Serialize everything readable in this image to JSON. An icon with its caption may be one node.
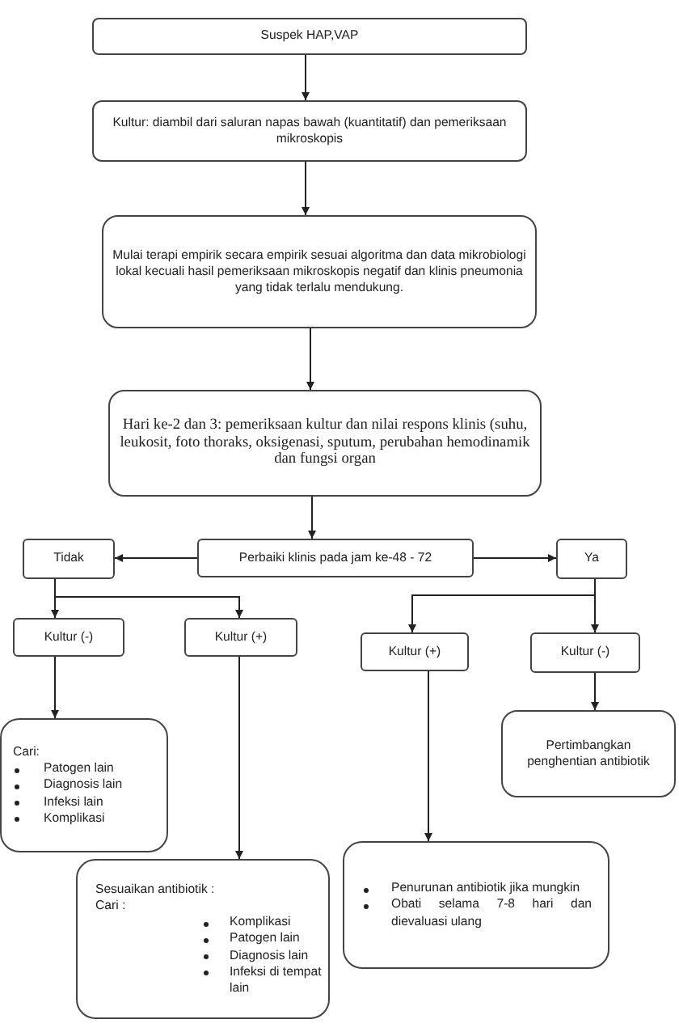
{
  "diagram": {
    "nodes": [
      {
        "text": [
          "Suspek HAP,VAP"
        ]
      },
      {
        "text": [
          "Kultur: diambil dari saluran napas bawah (kuantitatif) dan pemeriksaan mikroskopis"
        ]
      },
      {
        "text": [
          "Mulai terapi empirik secara empirik sesuai algoritma dan data mikrobiologi lokal kecuali hasil pemeriksaan mikroskopis negatif dan klinis pneumonia yang tidak terlalu mendukung."
        ]
      },
      {
        "text": [
          "Hari ke-2 dan 3: pemeriksaan kultur dan nilai respons klinis (suhu, leukosit, foto thoraks, oksigenasi, sputum, perubahan hemodinamik dan fungsi organ"
        ]
      },
      {
        "text": [
          "Perbaiki klinis pada jam ke-48 - 72"
        ]
      },
      {
        "text": [
          "Tidak"
        ]
      },
      {
        "text": [
          "Ya"
        ]
      },
      {
        "text": [
          "Kultur (-)"
        ]
      },
      {
        "text": [
          "Kultur (+)"
        ]
      },
      {
        "text": [
          "Kultur (+)"
        ]
      },
      {
        "text": [
          "Kultur (-)"
        ]
      },
      {
        "text": [
          "Cari:",
          "Patogen lain",
          "Diagnosis lain",
          "Infeksi lain",
          "Komplikasi"
        ]
      },
      {
        "text": [
          "Sesuaikan antibiotik :",
          "Cari :",
          "Komplikasi",
          "Patogen lain",
          "Diagnosis lain",
          "Infeksi di tempat lain"
        ]
      },
      {
        "text": [
          "Penurunan antibiotik jika mungkin",
          "Obati selama 7-8 hari dan dievaluasi ulang"
        ]
      },
      {
        "text": [
          "Pertimbangkan penghentian antibiotik"
        ]
      }
    ],
    "edges": [
      {
        "from": 0,
        "to": 1,
        "arrow": "to"
      },
      {
        "from": 1,
        "to": 2,
        "arrow": "to"
      },
      {
        "from": 2,
        "to": 3,
        "arrow": "to"
      },
      {
        "from": 3,
        "to": 4,
        "arrow": "to"
      },
      {
        "from": 4,
        "to": 5,
        "arrow": "to"
      },
      {
        "from": 4,
        "to": 6,
        "arrow": "to"
      },
      {
        "from": 5,
        "to": 7,
        "arrow": "to"
      },
      {
        "from": 5,
        "to": 8,
        "arrow": "to"
      },
      {
        "from": 6,
        "to": 9,
        "arrow": "to"
      },
      {
        "from": 6,
        "to": 10,
        "arrow": "to"
      },
      {
        "from": 7,
        "to": 11,
        "arrow": "to"
      },
      {
        "from": 8,
        "to": 12,
        "arrow": "to"
      },
      {
        "from": 9,
        "to": 13,
        "arrow": "to"
      },
      {
        "from": 10,
        "to": 14,
        "arrow": "to"
      }
    ]
  }
}
